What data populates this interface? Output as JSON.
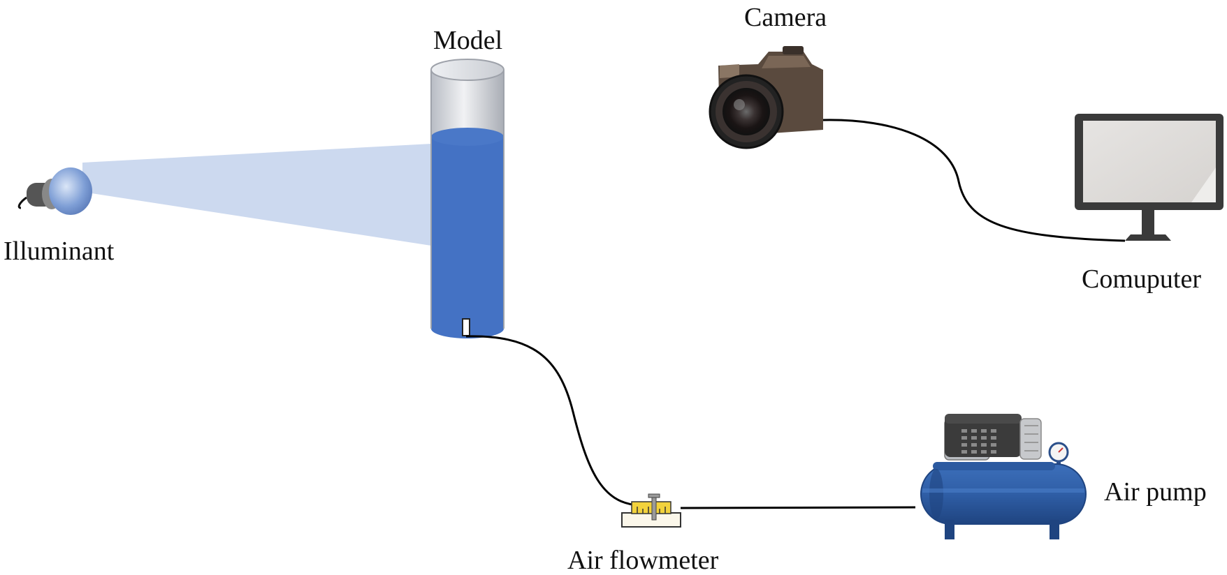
{
  "labels": {
    "model": "Model",
    "camera": "Camera",
    "illuminant": "Illuminant",
    "computer": "Comuputer",
    "air_pump": "Air pump",
    "air_flowmeter": "Air flowmeter"
  },
  "colors": {
    "water": "#4472C4",
    "light_beam": "#C9D7EE",
    "tank": "#2F5EA6",
    "wire": "#000000",
    "flowmeter_scale": "#F2D23C",
    "monitor_frame": "#3A3A3A",
    "camera_body": "#5A4A3E"
  },
  "icons": [
    "illuminant-icon",
    "camera-icon",
    "computer-monitor-icon",
    "air-pump-icon",
    "air-flowmeter-icon",
    "model-column-icon"
  ]
}
